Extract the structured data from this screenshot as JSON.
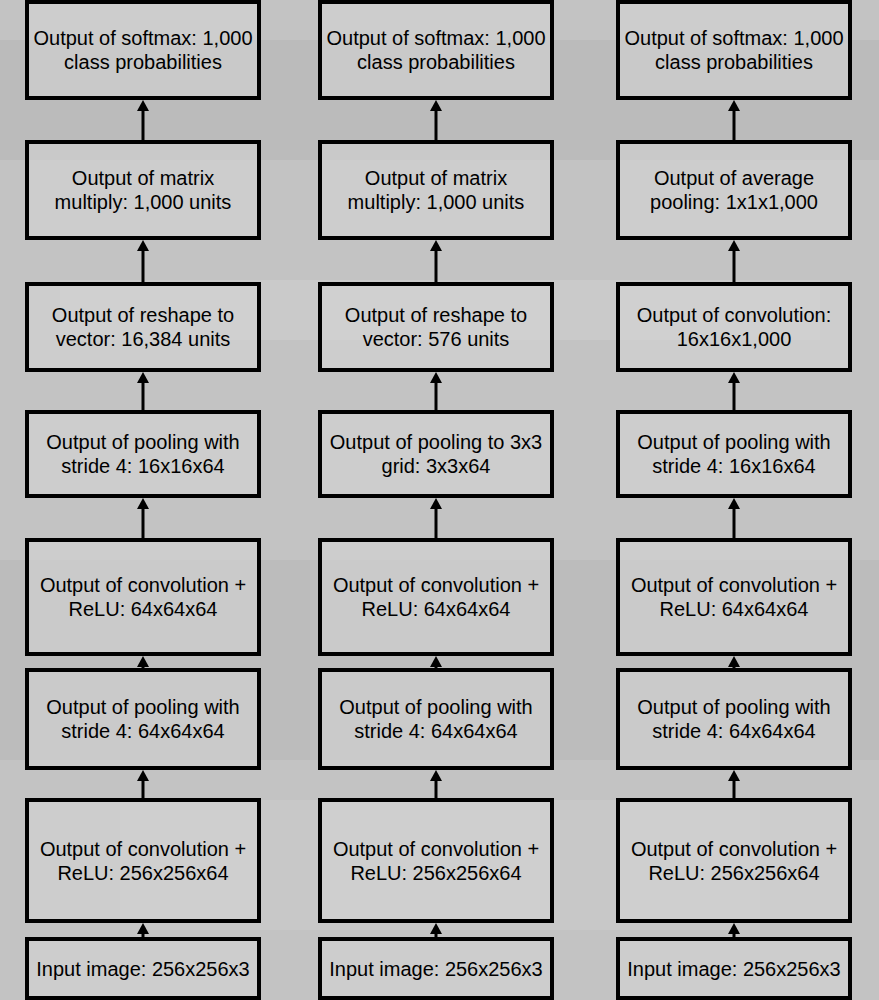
{
  "diagram": {
    "nodes": [
      {
        "text": [
          "Output of softmax: 1,000 class probabilities"
        ]
      },
      {
        "text": [
          "Output of softmax: 1,000 class probabilities"
        ]
      },
      {
        "text": [
          "Output of softmax: 1,000 class probabilities"
        ]
      },
      {
        "text": [
          "Output of matrix multiply: 1,000 units"
        ]
      },
      {
        "text": [
          "Output of matrix multiply: 1,000 units"
        ]
      },
      {
        "text": [
          "Output of average pooling: 1x1x1,000"
        ]
      },
      {
        "text": [
          "Output of reshape to vector: 16,384 units"
        ]
      },
      {
        "text": [
          "Output of reshape to vector: 576 units"
        ]
      },
      {
        "text": [
          "Output of convolution: 16x16x1,000"
        ]
      },
      {
        "text": [
          "Output of pooling with stride 4: 16x16x64"
        ]
      },
      {
        "text": [
          "Output of pooling to 3x3 grid: 3x3x64"
        ]
      },
      {
        "text": [
          "Output of pooling with stride 4: 16x16x64"
        ]
      },
      {
        "text": [
          "Output of convolution + ReLU: 64x64x64"
        ]
      },
      {
        "text": [
          "Output of convolution + ReLU: 64x64x64"
        ]
      },
      {
        "text": [
          "Output of convolution + ReLU: 64x64x64"
        ]
      },
      {
        "text": [
          "Output of pooling with stride 4: 64x64x64"
        ]
      },
      {
        "text": [
          "Output of pooling with stride 4: 64x64x64"
        ]
      },
      {
        "text": [
          "Output of pooling with stride 4: 64x64x64"
        ]
      },
      {
        "text": [
          "Output of convolution + ReLU: 256x256x64"
        ]
      },
      {
        "text": [
          "Output of convolution + ReLU: 256x256x64"
        ]
      },
      {
        "text": [
          "Output of convolution + ReLU: 256x256x64"
        ]
      },
      {
        "text": [
          "Input image: 256x256x3"
        ]
      },
      {
        "text": [
          "Input image: 256x256x3"
        ]
      },
      {
        "text": [
          "Input image: 256x256x3"
        ]
      }
    ],
    "edges": [
      {
        "from": 21,
        "to": 18,
        "arrow": "to"
      },
      {
        "from": 18,
        "to": 15,
        "arrow": "to"
      },
      {
        "from": 15,
        "to": 12,
        "arrow": "to"
      },
      {
        "from": 12,
        "to": 9,
        "arrow": "to"
      },
      {
        "from": 9,
        "to": 6,
        "arrow": "to"
      },
      {
        "from": 6,
        "to": 3,
        "arrow": "to"
      },
      {
        "from": 3,
        "to": 0,
        "arrow": "to"
      },
      {
        "from": 22,
        "to": 19,
        "arrow": "to"
      },
      {
        "from": 19,
        "to": 16,
        "arrow": "to"
      },
      {
        "from": 16,
        "to": 13,
        "arrow": "to"
      },
      {
        "from": 13,
        "to": 10,
        "arrow": "to"
      },
      {
        "from": 10,
        "to": 7,
        "arrow": "to"
      },
      {
        "from": 7,
        "to": 4,
        "arrow": "to"
      },
      {
        "from": 4,
        "to": 1,
        "arrow": "to"
      },
      {
        "from": 23,
        "to": 20,
        "arrow": "to"
      },
      {
        "from": 20,
        "to": 17,
        "arrow": "to"
      },
      {
        "from": 17,
        "to": 14,
        "arrow": "to"
      },
      {
        "from": 14,
        "to": 11,
        "arrow": "to"
      },
      {
        "from": 11,
        "to": 8,
        "arrow": "to"
      },
      {
        "from": 8,
        "to": 5,
        "arrow": "to"
      },
      {
        "from": 5,
        "to": 2,
        "arrow": "to"
      }
    ]
  }
}
